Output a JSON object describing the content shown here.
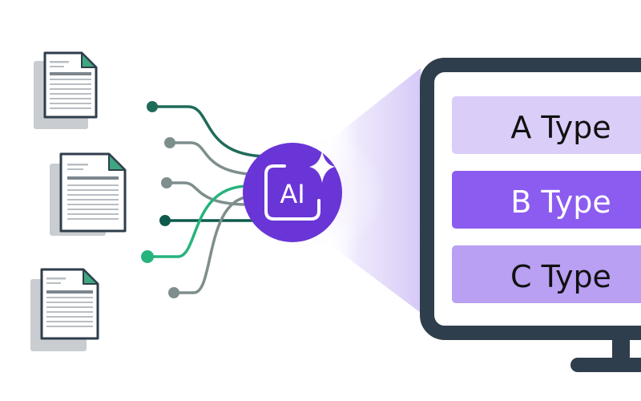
{
  "center_badge": {
    "label": "AI",
    "icon": "sparkle-icon",
    "color": "#6a35d6"
  },
  "documents": [
    {
      "name": "document-1"
    },
    {
      "name": "document-2"
    },
    {
      "name": "document-3"
    }
  ],
  "monitor": {
    "frame_color": "#2f3e4c",
    "categories": [
      {
        "label": "A Type",
        "fill": "#dacdf8",
        "text_color": "#111111"
      },
      {
        "label": "B Type",
        "fill": "#8c5cf0",
        "text_color": "#ffffff"
      },
      {
        "label": "C Type",
        "fill": "#b9a0f2",
        "text_color": "#111111"
      }
    ]
  },
  "colors": {
    "dark_green": "#1f6b59",
    "teal_dark": "#0f5a4c",
    "bright_green": "#27b37d",
    "gray": "#7e8e8d",
    "doc_border": "#2f3e4c",
    "doc_corner": "#3fa77f",
    "doc_shadow": "#c9cdd1"
  }
}
